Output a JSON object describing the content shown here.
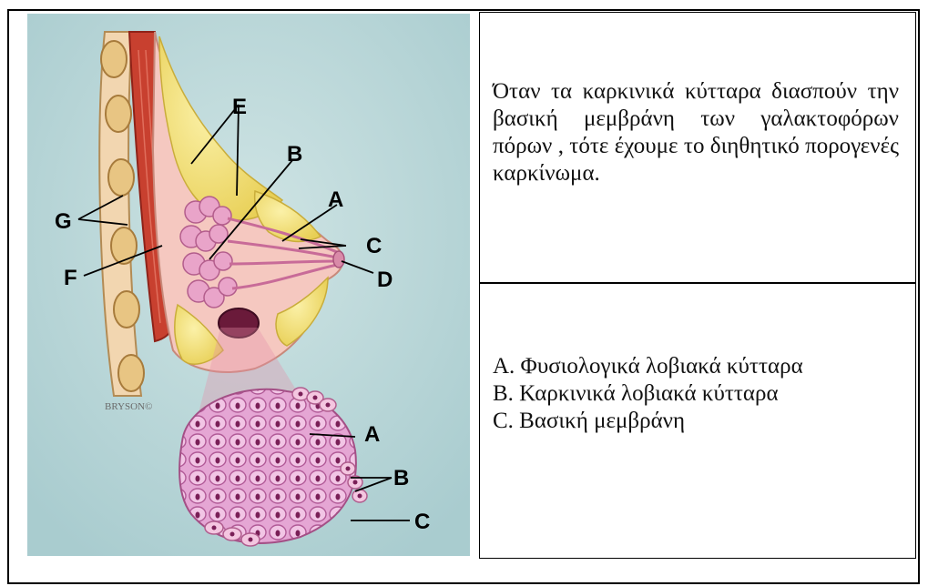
{
  "figure": {
    "labels": {
      "E": "E",
      "B": "B",
      "A": "A",
      "C": "C",
      "G": "G",
      "F": "F",
      "D": "D",
      "inset_A": "A",
      "inset_B": "B",
      "inset_C": "C"
    },
    "credit": "BRYSON©"
  },
  "description": {
    "text": "Όταν τα καρκινικά κύτταρα διασπούν την βασική μεμβράνη των γαλακτοφόρων πόρων , τότε έχουμε το διηθητικό πορογενές καρκίνωμα."
  },
  "legend": {
    "items": [
      "A. Φυσιολογικά λοβιακά κύτταρα",
      "B.  Καρκινικά λοβιακά κύτταρα",
      "C.  Βασική μεμβράνη"
    ]
  },
  "colors": {
    "background": "#b9d6d8",
    "fat": "#f2e07a",
    "muscle": "#c8402f",
    "lobule": "#e4a3cf",
    "tumor": "#6a1a3a"
  }
}
